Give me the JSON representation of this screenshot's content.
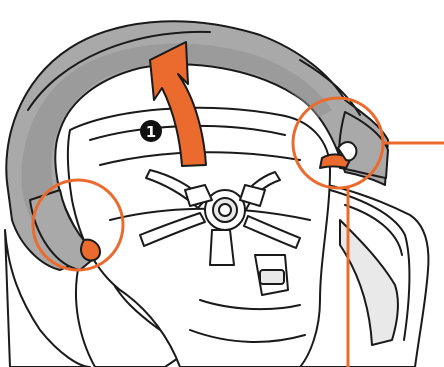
{
  "illustration": {
    "subject": "infant-car-seat",
    "step_marker": "1",
    "colors": {
      "outline": "#1a1a1a",
      "handle_fill": "#a9a9a9",
      "handle_shadow": "#8f8f8f",
      "highlight": "#ea6b2d",
      "seat_fill": "#ffffff",
      "seat_shade": "#e9e9e9",
      "marker_fill": "#111111",
      "marker_text": "#ffffff"
    },
    "callouts": [
      "left-hinge",
      "right-hinge"
    ],
    "arrow_direction": "up"
  }
}
